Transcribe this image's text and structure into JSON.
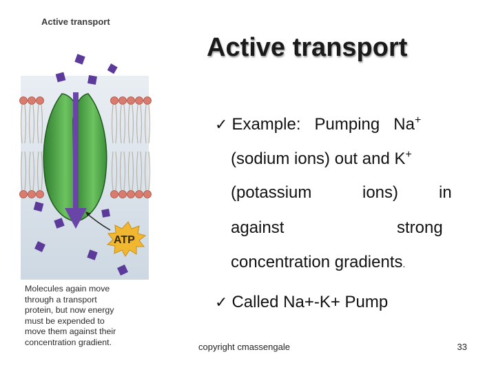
{
  "figure": {
    "title": "Active transport",
    "caption_lines": [
      "Molecules again move",
      "through a transport",
      "protein, but now energy",
      "must be expended to",
      "move them against their",
      "concentration gradient."
    ],
    "atp_label": "ATP",
    "colors": {
      "protein": "#4fa84a",
      "ions": "#5b3a9a",
      "arrow": "#6a45a8",
      "starburst": "#f2b730",
      "lipid_head": "#d97b6e"
    }
  },
  "slide": {
    "title": "Active transport",
    "check_mark": "✓",
    "lines": {
      "example_lead": "Example:",
      "example_rest": "Pumping",
      "na": "Na",
      "plus": "+",
      "line2_a": "(sodium ions) out and K",
      "line3_a": "(potassium",
      "line3_b": "ions)",
      "line3_c": "in",
      "line4_a": "against",
      "line4_b": "strong",
      "line5": "concentration gradients",
      "line5_dot": ".",
      "line6": "Called Na+-K+ Pump"
    },
    "footer": "copyright cmassengale",
    "page_number": "33"
  }
}
